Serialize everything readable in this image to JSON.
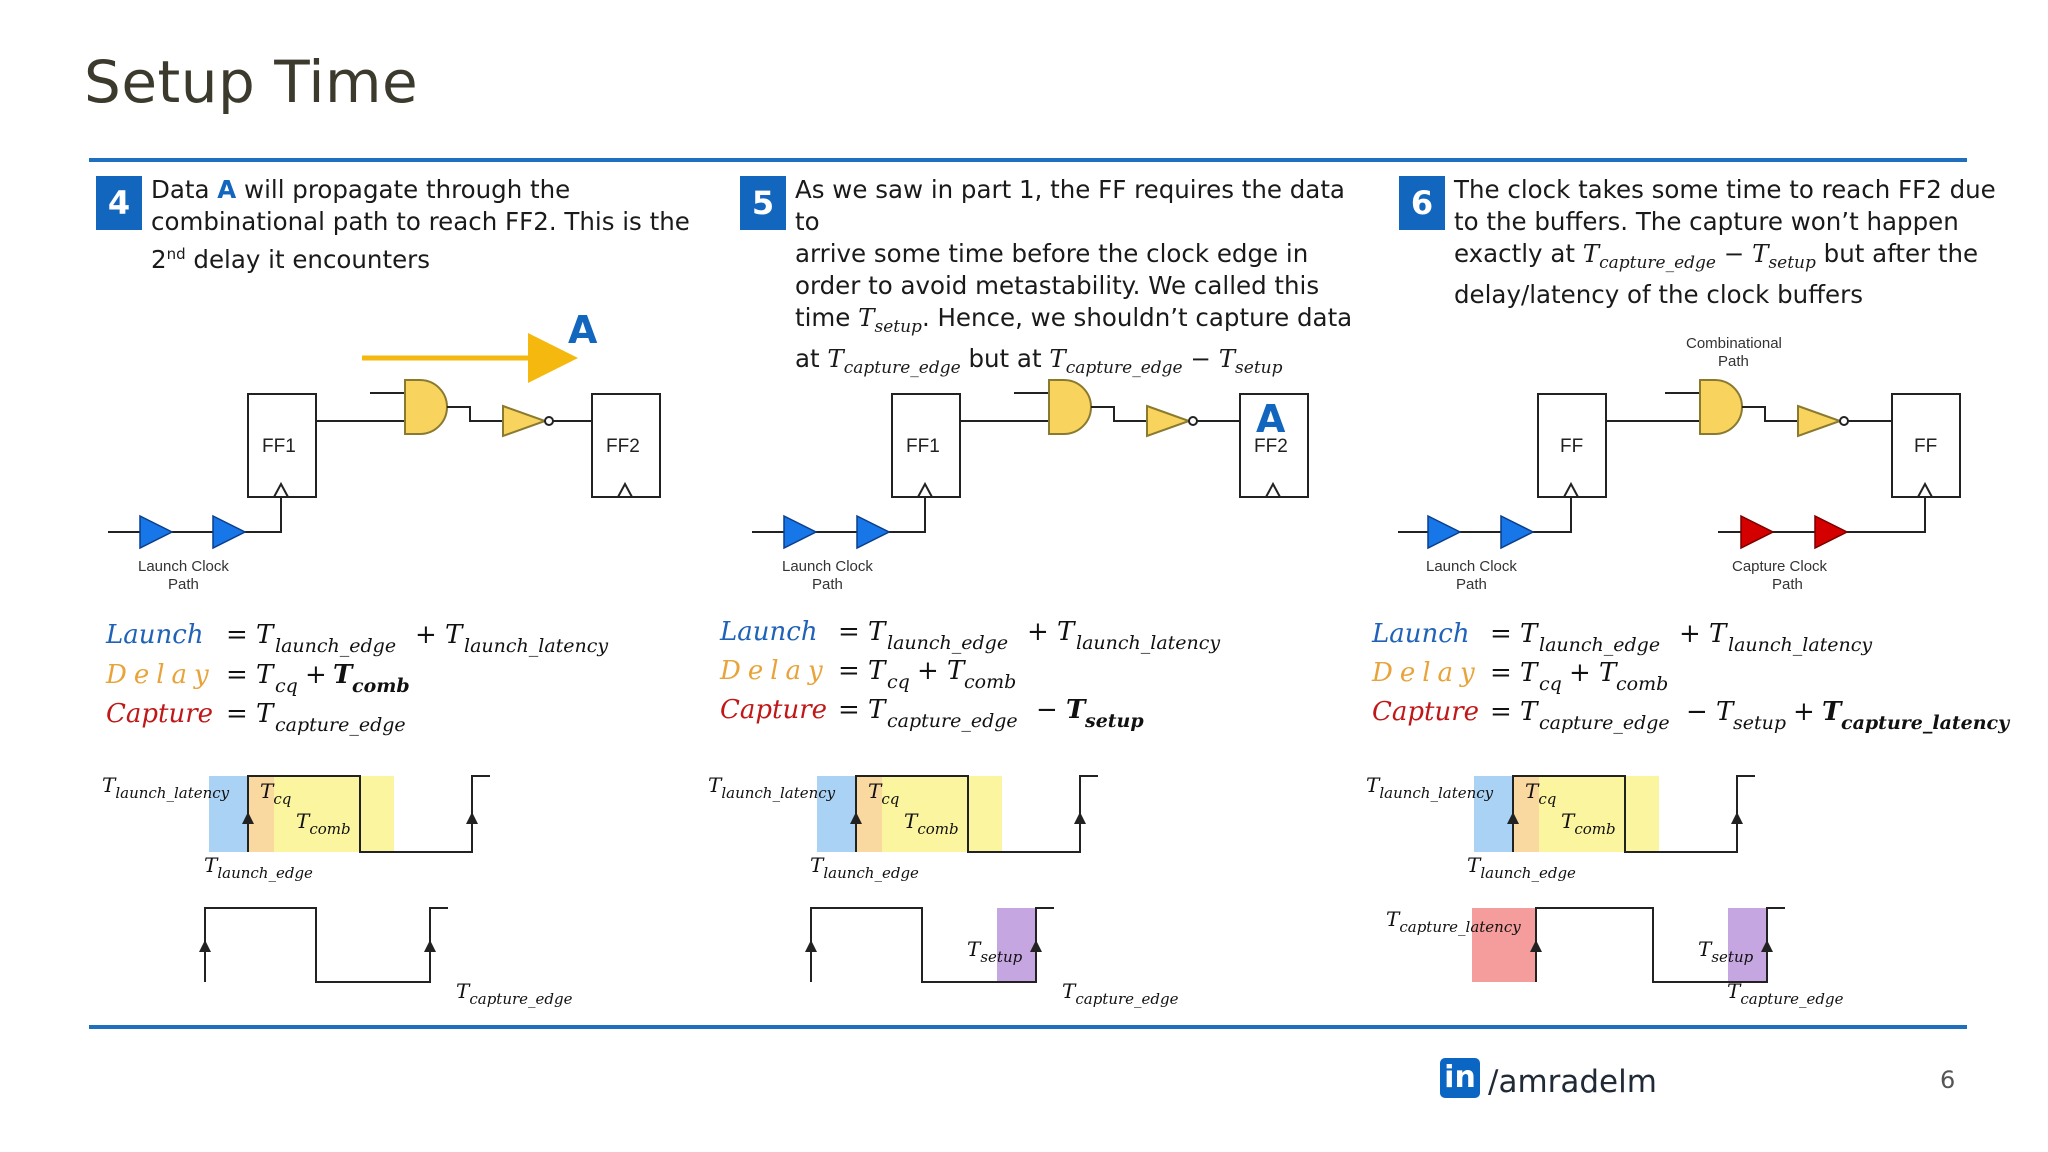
{
  "slide": {
    "title": "Setup Time",
    "page_number": "6",
    "handle": "/amradelm",
    "logo_text": "in"
  },
  "panels": [
    {
      "step": "4",
      "text_parts": [
        "Data ",
        "A",
        " will propagate through the combinational path to reach FF2. This is the 2",
        "nd",
        " delay it encounters"
      ],
      "ff_left": "FF1",
      "ff_right": "FF2",
      "arrow_label": "A",
      "launch_path_label_1": "Launch Clock",
      "launch_path_label_2": "Path",
      "eq": {
        "launch_name": "Launch",
        "launch_rhs_1": "launch_edge",
        "launch_rhs_2": "launch_latency",
        "delay_name": "Delay",
        "delay_rhs_1": "cq",
        "delay_rhs_2": "comb",
        "capture_name": "Capture",
        "capture_rhs_1": "capture_edge"
      },
      "wave": {
        "t_launch_latency": "launch_latency",
        "t_cq": "cq",
        "t_comb": "comb",
        "t_launch_edge": "launch_edge",
        "t_capture_edge": "capture_edge"
      }
    },
    {
      "step": "5",
      "text_line1": "As we saw in part 1, the FF requires the data to",
      "text_line2": "arrive some time before the clock edge in",
      "text_line3": "order to avoid metastability. We called this",
      "text_line4a": "time ",
      "text_line4b": ". Hence, we shouldn’t capture data",
      "text_line5a": "at ",
      "text_line5b": " but at ",
      "ff_left": "FF1",
      "ff_right": "FF2",
      "ff_right_tag": "A",
      "launch_path_label_1": "Launch Clock",
      "launch_path_label_2": "Path",
      "eq": {
        "launch_name": "Launch",
        "launch_rhs_1": "launch_edge",
        "launch_rhs_2": "launch_latency",
        "delay_name": "Delay",
        "delay_rhs_1": "cq",
        "delay_rhs_2": "comb",
        "capture_name": "Capture",
        "capture_rhs_1": "capture_edge",
        "capture_rhs_2": "setup"
      },
      "wave": {
        "t_launch_latency": "launch_latency",
        "t_cq": "cq",
        "t_comb": "comb",
        "t_launch_edge": "launch_edge",
        "t_setup": "setup",
        "t_capture_edge": "capture_edge"
      }
    },
    {
      "step": "6",
      "text_line1": "The clock takes some time to reach FF2 due",
      "text_line2": "to the buffers. The capture won’t happen",
      "text_line3a": "exactly at ",
      "text_line3b": " but after the",
      "text_line4": "delay/latency of the clock buffers",
      "comb_label_1": "Combinational",
      "comb_label_2": "Path",
      "ff_left": "FF",
      "ff_right": "FF",
      "launch_path_label_1": "Launch Clock",
      "launch_path_label_2": "Path",
      "capture_path_label_1": "Capture Clock",
      "capture_path_label_2": "Path",
      "eq": {
        "launch_name": "Launch",
        "launch_rhs_1": "launch_edge",
        "launch_rhs_2": "launch_latency",
        "delay_name": "Delay",
        "delay_rhs_1": "cq",
        "delay_rhs_2": "comb",
        "capture_name": "Capture",
        "capture_rhs_1": "capture_edge",
        "capture_rhs_2": "setup",
        "capture_rhs_3": "capture_latency"
      },
      "wave": {
        "t_launch_latency": "launch_latency",
        "t_cq": "cq",
        "t_comb": "comb",
        "t_launch_edge": "launch_edge",
        "t_capture_latency": "capture_latency",
        "t_setup": "setup",
        "t_capture_edge": "capture_edge"
      }
    }
  ],
  "colors": {
    "accent_blue": "#1366be",
    "launch_blue": "#1f62b8",
    "delay_orange": "#e8a43a",
    "capture_red": "#c01818",
    "gate_yellow": "#f8d35e",
    "arrow_yellow": "#f5b80f",
    "buffer_blue": "#1877e8",
    "buffer_red": "#d40000",
    "latency_blue": "#a9d2f5",
    "cq_orange": "#f9d9a0",
    "comb_yellow": "#fbf5a0",
    "setup_purple": "#c5a6e0",
    "capture_latency_red": "#f59c9c"
  }
}
